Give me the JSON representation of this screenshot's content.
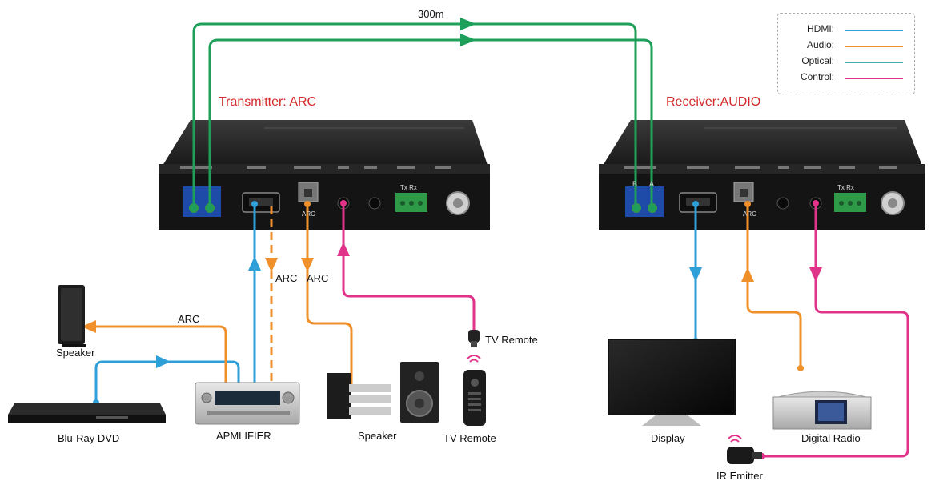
{
  "labels": {
    "distance": "300m",
    "transmitter": "Transmitter: ARC",
    "receiver": "Receiver:AUDIO",
    "arc_left": "ARC",
    "arc_mid1": "ARC",
    "arc_mid2": "ARC",
    "speaker_top": "Speaker",
    "bluray": "Blu-Ray DVD",
    "amplifier": "APMLIFIER",
    "speaker_bottom": "Speaker",
    "tv_remote_top": "TV Remote",
    "tv_remote_bottom": "TV Remote",
    "display": "Display",
    "digital_radio": "Digital Radio",
    "ir_emitter": "IR Emitter",
    "port_arc_tx": "ARC",
    "port_arc_rx": "ARC",
    "port_b": "B",
    "port_a": "A",
    "port_txrx": "Tx Rx"
  },
  "legend": [
    {
      "label": "HDMI:",
      "color": "#2f9fd8"
    },
    {
      "label": "Audio:",
      "color": "#f0902a"
    },
    {
      "label": "Optical:",
      "color": "#3bb1b0"
    },
    {
      "label": "Control:",
      "color": "#e0338a"
    }
  ],
  "colors": {
    "hdmi": "#2f9fd8",
    "audio": "#f0902a",
    "control": "#e0338a",
    "link": "#1ea05a",
    "device": "#1a1a1a"
  }
}
